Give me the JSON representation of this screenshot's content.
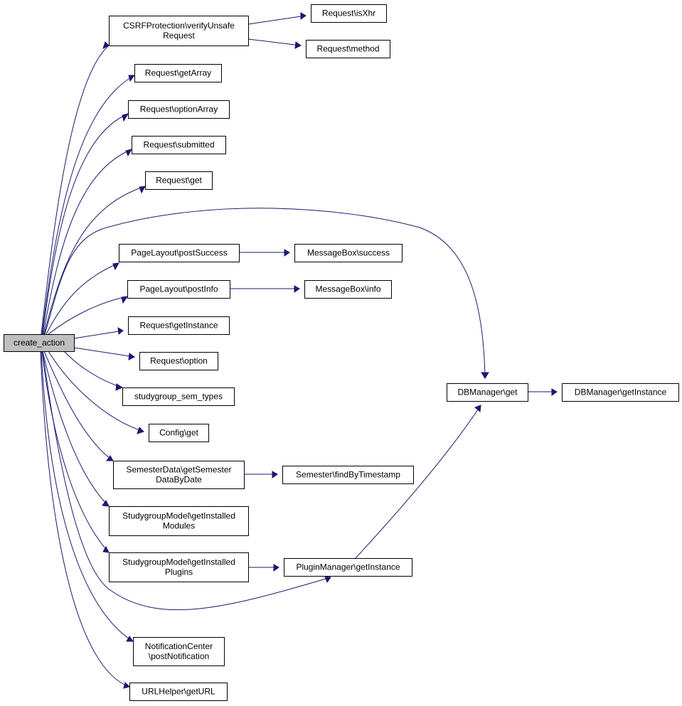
{
  "diagram": {
    "type": "call-graph",
    "colors": {
      "edge": "#191970",
      "root_fill": "#bfbfbf",
      "node_fill": "#ffffff",
      "node_stroke": "#000000"
    },
    "nodes": {
      "create_action": [
        "create_action"
      ],
      "csrf_verify": [
        "CSRFProtection\\verifyUnsafe",
        "Request"
      ],
      "req_isxhr": [
        "Request\\isXhr"
      ],
      "req_method": [
        "Request\\method"
      ],
      "req_getarray": [
        "Request\\getArray"
      ],
      "req_optionarray": [
        "Request\\optionArray"
      ],
      "req_submitted": [
        "Request\\submitted"
      ],
      "req_get": [
        "Request\\get"
      ],
      "pl_postsuccess": [
        "PageLayout\\postSuccess"
      ],
      "mb_success": [
        "MessageBox\\success"
      ],
      "pl_postinfo": [
        "PageLayout\\postInfo"
      ],
      "mb_info": [
        "MessageBox\\info"
      ],
      "req_getinstance": [
        "Request\\getInstance"
      ],
      "req_option": [
        "Request\\option"
      ],
      "sg_sem_types": [
        "studygroup_sem_types"
      ],
      "config_get": [
        "Config\\get"
      ],
      "semdata": [
        "SemesterData\\getSemester",
        "DataByDate"
      ],
      "sem_find": [
        "Semester\\findByTimestamp"
      ],
      "sgm_modules": [
        "StudygroupModel\\getInstalled",
        "Modules"
      ],
      "sgm_plugins": [
        "StudygroupModel\\getInstalled",
        "Plugins"
      ],
      "pm_getinstance": [
        "PluginManager\\getInstance"
      ],
      "dbm_get": [
        "DBManager\\get"
      ],
      "dbm_getinstance": [
        "DBManager\\getInstance"
      ],
      "nc_post": [
        "NotificationCenter",
        "\\postNotification"
      ],
      "url_get": [
        "URLHelper\\getURL"
      ]
    },
    "edges": [
      [
        "create_action",
        "csrf_verify"
      ],
      [
        "csrf_verify",
        "req_isxhr"
      ],
      [
        "csrf_verify",
        "req_method"
      ],
      [
        "create_action",
        "req_getarray"
      ],
      [
        "create_action",
        "req_optionarray"
      ],
      [
        "create_action",
        "req_submitted"
      ],
      [
        "create_action",
        "req_get"
      ],
      [
        "create_action",
        "dbm_get"
      ],
      [
        "create_action",
        "pl_postsuccess"
      ],
      [
        "pl_postsuccess",
        "mb_success"
      ],
      [
        "create_action",
        "pl_postinfo"
      ],
      [
        "pl_postinfo",
        "mb_info"
      ],
      [
        "create_action",
        "req_getinstance"
      ],
      [
        "create_action",
        "req_option"
      ],
      [
        "create_action",
        "sg_sem_types"
      ],
      [
        "create_action",
        "config_get"
      ],
      [
        "create_action",
        "semdata"
      ],
      [
        "semdata",
        "sem_find"
      ],
      [
        "create_action",
        "sgm_modules"
      ],
      [
        "create_action",
        "sgm_plugins"
      ],
      [
        "sgm_plugins",
        "pm_getinstance"
      ],
      [
        "create_action",
        "pm_getinstance"
      ],
      [
        "pm_getinstance",
        "dbm_get"
      ],
      [
        "dbm_get",
        "dbm_getinstance"
      ],
      [
        "create_action",
        "nc_post"
      ],
      [
        "create_action",
        "url_get"
      ]
    ]
  }
}
